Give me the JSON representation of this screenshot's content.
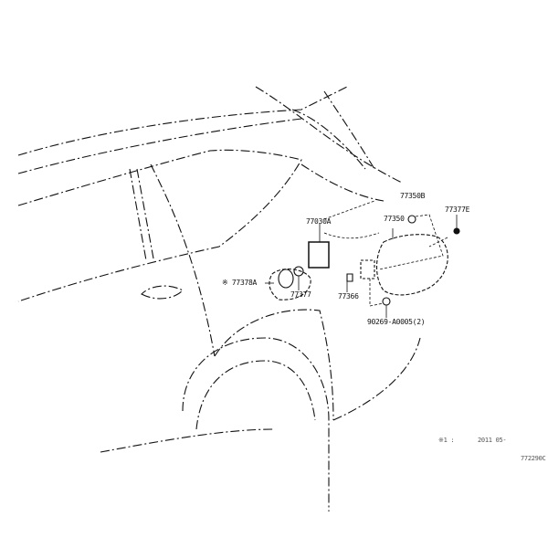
{
  "parts": {
    "p77350B": "77350B",
    "p77377E": "77377E",
    "p77030A": "77030A",
    "p77350": "77350",
    "p77366": "77366",
    "p90269": "90269-A0005(2)",
    "p77378A": "※ 77378A",
    "p77377": "77377"
  },
  "footer": {
    "note_mark": "※1 :",
    "note_text": "2011 05-",
    "diagram_code": "772290C"
  },
  "colors": {
    "line": "#111111",
    "background": "#ffffff"
  }
}
